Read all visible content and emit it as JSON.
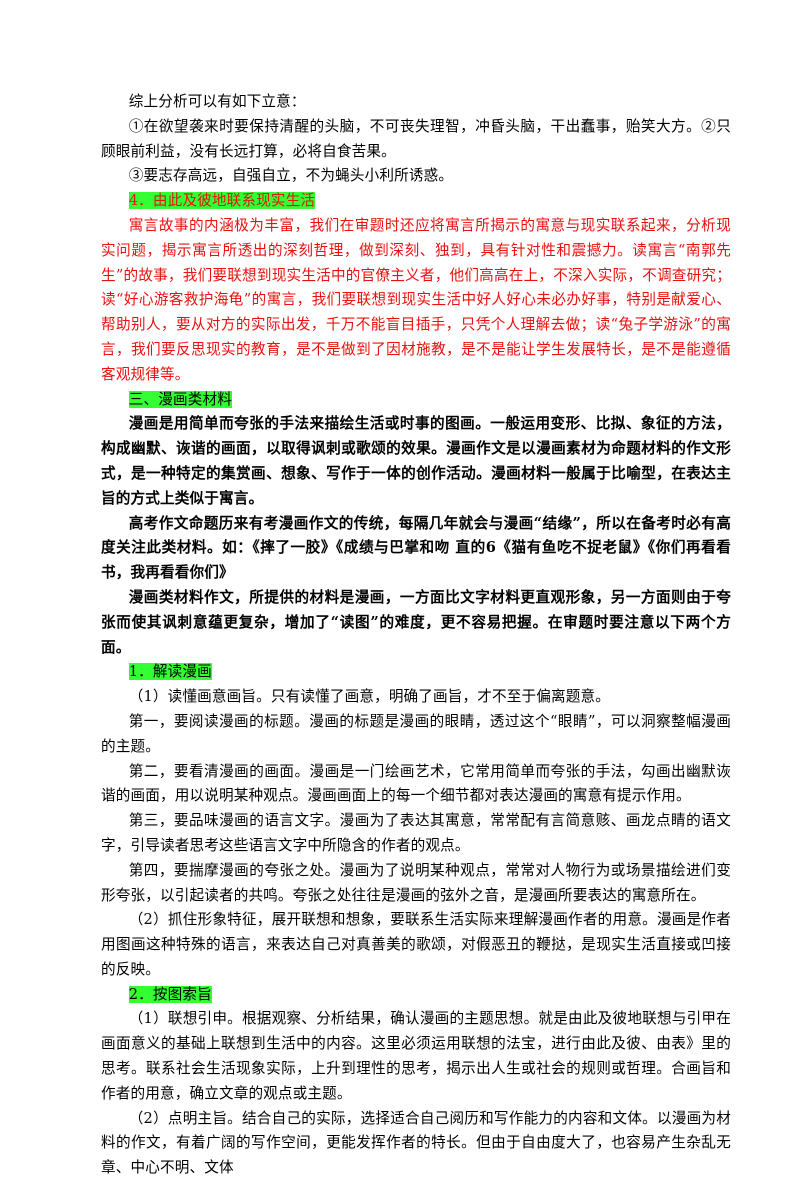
{
  "paragraphs": [
    {
      "id": "p1",
      "text": "综上分析可以有如下立意：",
      "style": "normal"
    },
    {
      "id": "p2",
      "text": "①在欲望袭来时要保持清醒的头脑，不可丧失理智，冲昏头脑，干出蠢事，贻笑大方。②只顾眼前利益，没有长远打算，必将自食苦果。",
      "style": "normal"
    },
    {
      "id": "p3",
      "text": "③要志存高远，自强自立，不为蝇头小利所诱惑。",
      "style": "normal"
    },
    {
      "id": "p4",
      "text": "4．由此及彼地联系现实生活",
      "style": "heading-red"
    },
    {
      "id": "p5",
      "text": "寓言故事的内涵极为丰富，我们在审题时还应将寓言所揭示的寓意与现实联系起来，分析现实问题，揭示寓言所透出的深刻哲理，做到深刻、独到，具有针对性和震撼力。读寓言“南郭先生”的故事，我们要联想到现实生活中的官僚主义者，他们高高在上，不深入实际，不调查研究；读“好心游客救护海龟”的寓言，我们要联想到现实生活中好人好心未必办好事，特别是献爱心、帮助别人，要从对方的实际出发，千万不能盲目插手，只凭个人理解去做；读“兔子学游泳”的寓言，我们要反思现实的教育，是不是做到了因材施教，是不是能让学生发展特长，是不是能遵循客观规律等。",
      "style": "red"
    },
    {
      "id": "p6",
      "text": "三、漫画类材料",
      "style": "heading"
    },
    {
      "id": "p7",
      "text": "漫画是用简单而夸张的手法来描绘生活或时事的图画。一般运用变形、比拟、象征的方法，构成幽默、诙谐的画面，以取得讽刺或歌颂的效果。漫画作文是以漫画素材为命题材料的作文形式，是一种特定的集赏画、想象、写作于一体的创作活动。漫画材料一般属于比喻型，在表达主旨的方式上类似于寓言。",
      "style": "bold"
    },
    {
      "id": "p8",
      "text": "高考作文命题历来有考漫画作文的传统，每隔几年就会与漫画“结缘”，所以在备考时必有高度关注此类材料。如：《摔了一胶》《成绩与巴掌和吻 直的6《猫有鱼吃不捉老鼠》《你们再看看书，我再看看你们》",
      "style": "bold"
    },
    {
      "id": "p9",
      "text": "漫画类材料作文，所提供的材料是漫画，一方面比文字材料更直观形象，另一方面则由于夸张而使其讽刺意蕴更复杂，增加了“读图”的难度，更不容易把握。在审题时要注意以下两个方面。",
      "style": "bold"
    },
    {
      "id": "p10",
      "text": "1．解读漫画",
      "style": "heading"
    },
    {
      "id": "p11",
      "text": "（1）读懂画意画旨。只有读懂了画意，明确了画旨，才不至于偏离题意。",
      "style": "normal"
    },
    {
      "id": "p12",
      "text": "第一，要阅读漫画的标题。漫画的标题是漫画的眼睛，透过这个“眼睛”，可以洞察整幅漫画的主题。",
      "style": "normal"
    },
    {
      "id": "p13",
      "text": "第二，要看清漫画的画面。漫画是一门绘画艺术，它常用简单而夸张的手法，勾画出幽默诙谐的画面，用以说明某种观点。漫画画面上的每一个细节都对表达漫画的寓意有提示作用。",
      "style": "normal"
    },
    {
      "id": "p14",
      "text": "第三，要品味漫画的语言文字。漫画为了表达其寓意，常常配有言简意赅、画龙点睛的语文字，引导读者思考这些语言文字中所隐含的作者的观点。",
      "style": "normal"
    },
    {
      "id": "p15",
      "text": "第四，要揣摩漫画的夸张之处。漫画为了说明某种观点，常常对人物行为或场景描绘进们变形夸张，以引起读者的共鸣。夸张之处往往是漫画的弦外之音，是漫画所要表达的寓意所在。",
      "style": "normal"
    },
    {
      "id": "p16",
      "text": "（2）抓住形象特征，展开联想和想象，要联系生活实际来理解漫画作者的用意。漫画是作者用图画这种特殊的语言，来表达自己对真善美的歌颂，对假恶丑的鞭挞，是现实生活直接或凹接的反映。",
      "style": "normal"
    },
    {
      "id": "p17",
      "text": "2．按图索旨",
      "style": "heading"
    },
    {
      "id": "p18",
      "text": "（1）联想引申。根据观察、分析结果，确认漫画的主题思想。就是由此及彼地联想与引甲在画面意义的基础上联想到生活中的内容。这里必须运用联想的法宝，进行由此及彼、由表》里的思考。联系社会生活现象实际，上升到理性的思考，揭示出人生或社会的规则或哲理。合画旨和作者的用意，确立文章的观点或主题。",
      "style": "normal"
    },
    {
      "id": "p19",
      "text": "（2）点明主旨。结合自己的实际，选择适合自己阅历和写作能力的内容和文体。以漫画为材料的作文，有着广阔的写作空间，更能发挥作者的特长。但由于自由度大了，也容易产生杂乱无章、中心不明、文体",
      "style": "normal"
    }
  ],
  "colors": {
    "highlight": "#33ff33",
    "red_text": "#e8110f",
    "body_text": "#000000"
  }
}
